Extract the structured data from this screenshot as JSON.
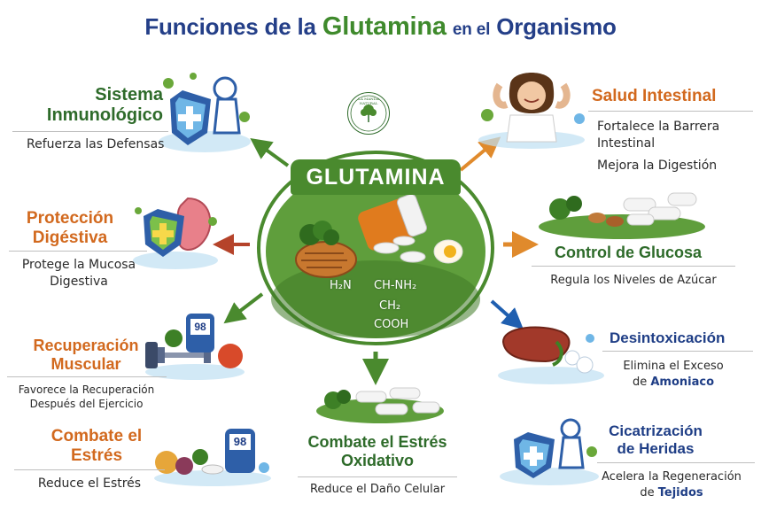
{
  "title": {
    "part1": "Funciones de la",
    "part2": "Glutamina",
    "part3": "en el",
    "part4": "Organismo"
  },
  "logo_text": "LA MANDA NATURAL",
  "center": {
    "label": "GLUTAMINA",
    "formula": {
      "line1_left": "H₂N",
      "line1_right": "CH-NH₂",
      "line2": "CH₂",
      "line3": "COOH"
    }
  },
  "functions": {
    "inmune": {
      "title_l1": "Sistema",
      "title_l2": "Inmunológico",
      "desc": "Refuerza las Defensas"
    },
    "digestiva": {
      "title_l1": "Protección",
      "title_l2": "Digéstiva",
      "desc_l1": "Protege la Mucosa",
      "desc_l2": "Digestiva"
    },
    "muscular": {
      "title_l1": "Recuperación",
      "title_l2": "Muscular",
      "desc_l1": "Favorece la Recuperación",
      "desc_l2": "Después del Ejercicio"
    },
    "estres": {
      "title_l1": "Combate el",
      "title_l2": "Estrés",
      "desc": "Reduce el Estrés"
    },
    "oxidativo": {
      "title_l1": "Combate el Estrés",
      "title_l2": "Oxidativo",
      "desc": "Reduce el Daño Celular"
    },
    "intestinal": {
      "title": "Salud Intestinal",
      "desc_l1": "Fortalece la Barrera",
      "desc_l2": "Intestinal",
      "desc_l3": "Mejora la Digestión"
    },
    "glucosa": {
      "title": "Control de Glucosa",
      "desc": "Regula los Niveles de Azúcar"
    },
    "desintox": {
      "title": "Desintoxicación",
      "desc_l1": "Elimina el Exceso",
      "desc_l2a": "de",
      "desc_l2b": "Amoniaco"
    },
    "cicatriz": {
      "title_l1": "Cicatrización",
      "title_l2": "de Heridas",
      "desc_l1": "Acelera la Regeneración",
      "desc_l2a": "de",
      "desc_l2b": "Tejidos"
    }
  },
  "device_reading": "98",
  "colors": {
    "title_blue": "#243f88",
    "title_green": "#3f8a2c",
    "heading_green": "#2e6b2a",
    "heading_orange": "#d2691e",
    "heading_blue": "#1f3e86",
    "arrow_green": "#4a8a2e",
    "arrow_orange": "#e08a2c",
    "arrow_red": "#b5432a",
    "arrow_blue": "#1f5fb0"
  }
}
